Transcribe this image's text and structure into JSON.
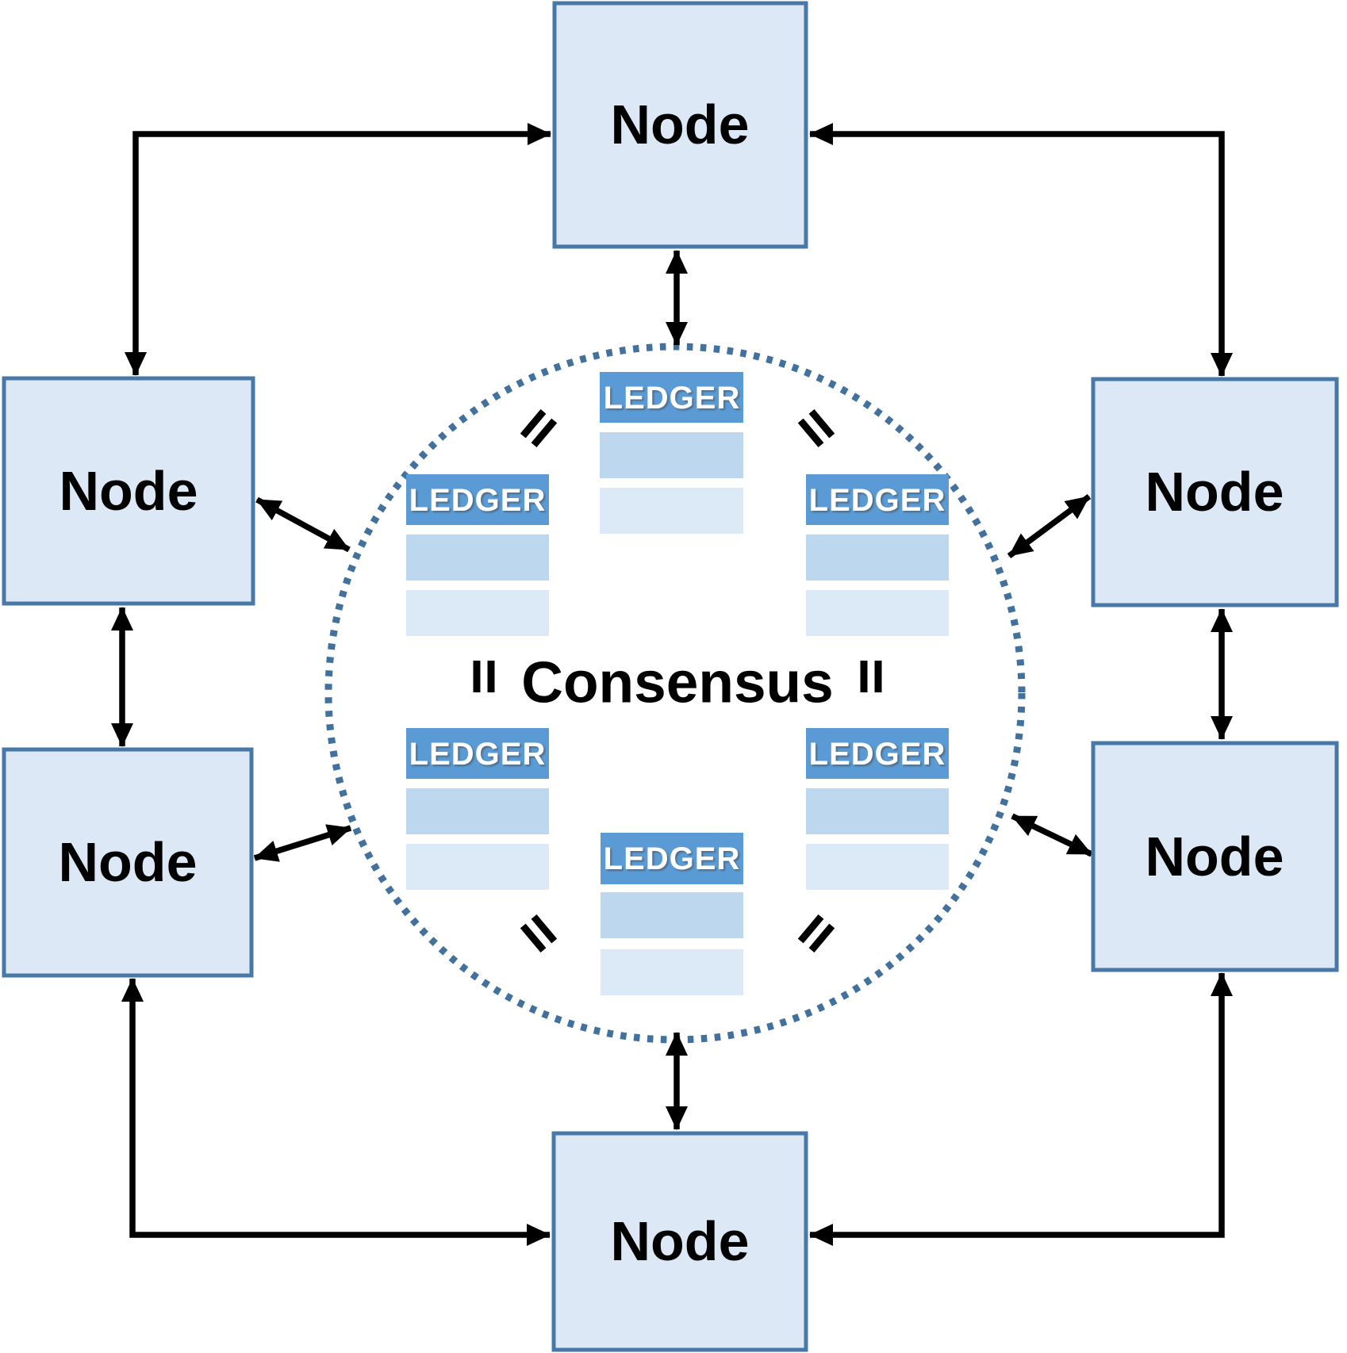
{
  "nodes": {
    "labels": [
      "Node",
      "Node",
      "Node",
      "Node",
      "Node",
      "Node"
    ]
  },
  "ledgers": {
    "labels": [
      "LEDGER",
      "LEDGER",
      "LEDGER",
      "LEDGER",
      "LEDGER",
      "LEDGER"
    ],
    "rows_per_table": 2
  },
  "consensus": {
    "label": "Consensus"
  },
  "colors": {
    "background": "#ffffff",
    "node_fill": "#dce8f5",
    "node_border": "#4878a8",
    "node_text": "#000000",
    "ledger_header": "#5b9bd5",
    "ledger_text": "#ffffff",
    "ledger_row_1": "#bdd7ee",
    "ledger_row_2": "#dce9f7",
    "circle_dot": "#41719c",
    "arrow_color": "#000000",
    "consensus_text": "#000000"
  }
}
